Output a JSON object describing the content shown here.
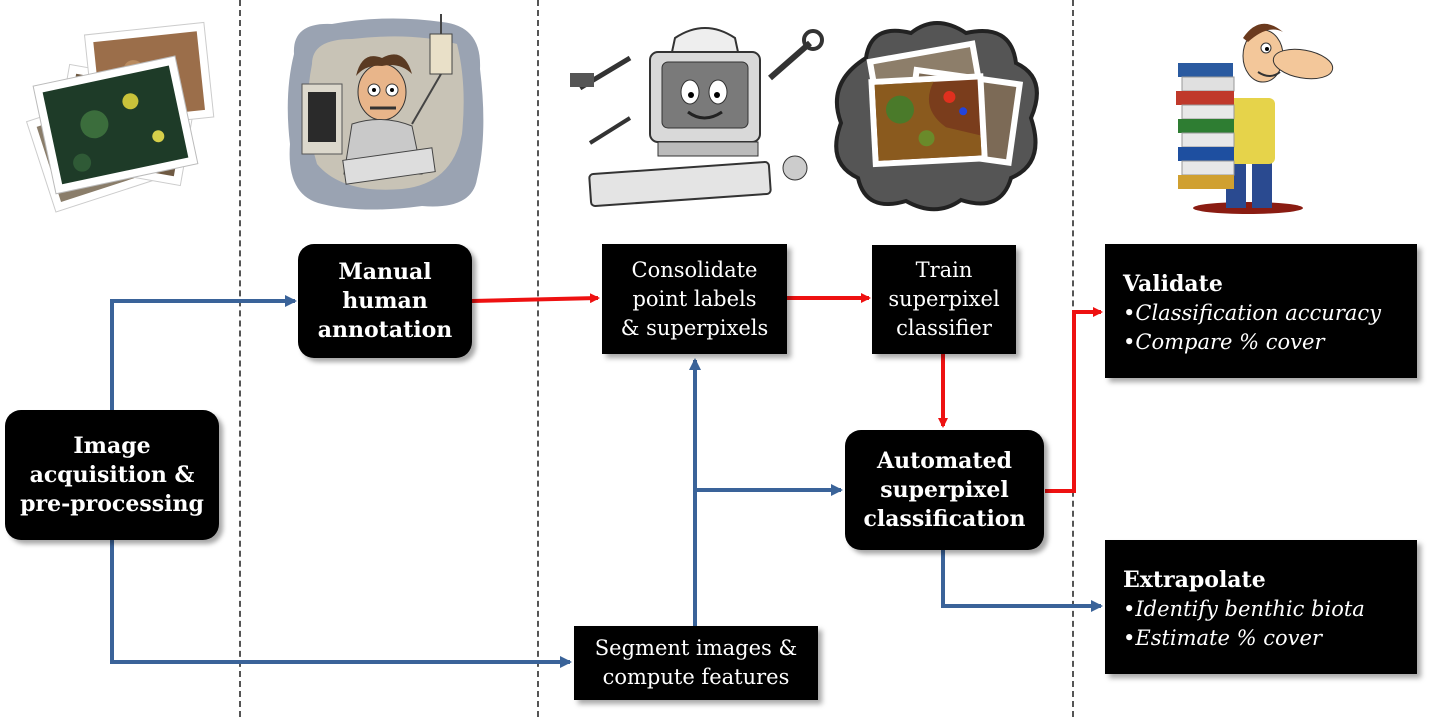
{
  "boxes": {
    "image_acquisition": [
      "Image",
      "acquisition &",
      "pre-processing"
    ],
    "manual_annotation": [
      "Manual",
      "human",
      "annotation"
    ],
    "consolidate": [
      "Consolidate",
      "point labels",
      "& superpixels"
    ],
    "train": [
      "Train",
      "superpixel",
      "classifier"
    ],
    "automated": [
      "Automated",
      "superpixel",
      "classification"
    ],
    "segment": [
      "Segment images &",
      "compute features"
    ]
  },
  "validate": {
    "title": "Validate",
    "bullets": [
      "•Classification accuracy",
      "•Compare % cover"
    ]
  },
  "extrapolate": {
    "title": "Extrapolate",
    "bullets": [
      "•Identify benthic biota",
      "•Estimate % cover"
    ]
  },
  "colors": {
    "human_flow": "#ee1111",
    "auto_flow": "#3a6399",
    "box_fill": "#000000"
  },
  "illustrations": [
    "photo-stack-icon",
    "stressed-annotator-icon",
    "computer-mascot-icon",
    "classified-image-cloud-icon",
    "man-with-books-icon"
  ]
}
